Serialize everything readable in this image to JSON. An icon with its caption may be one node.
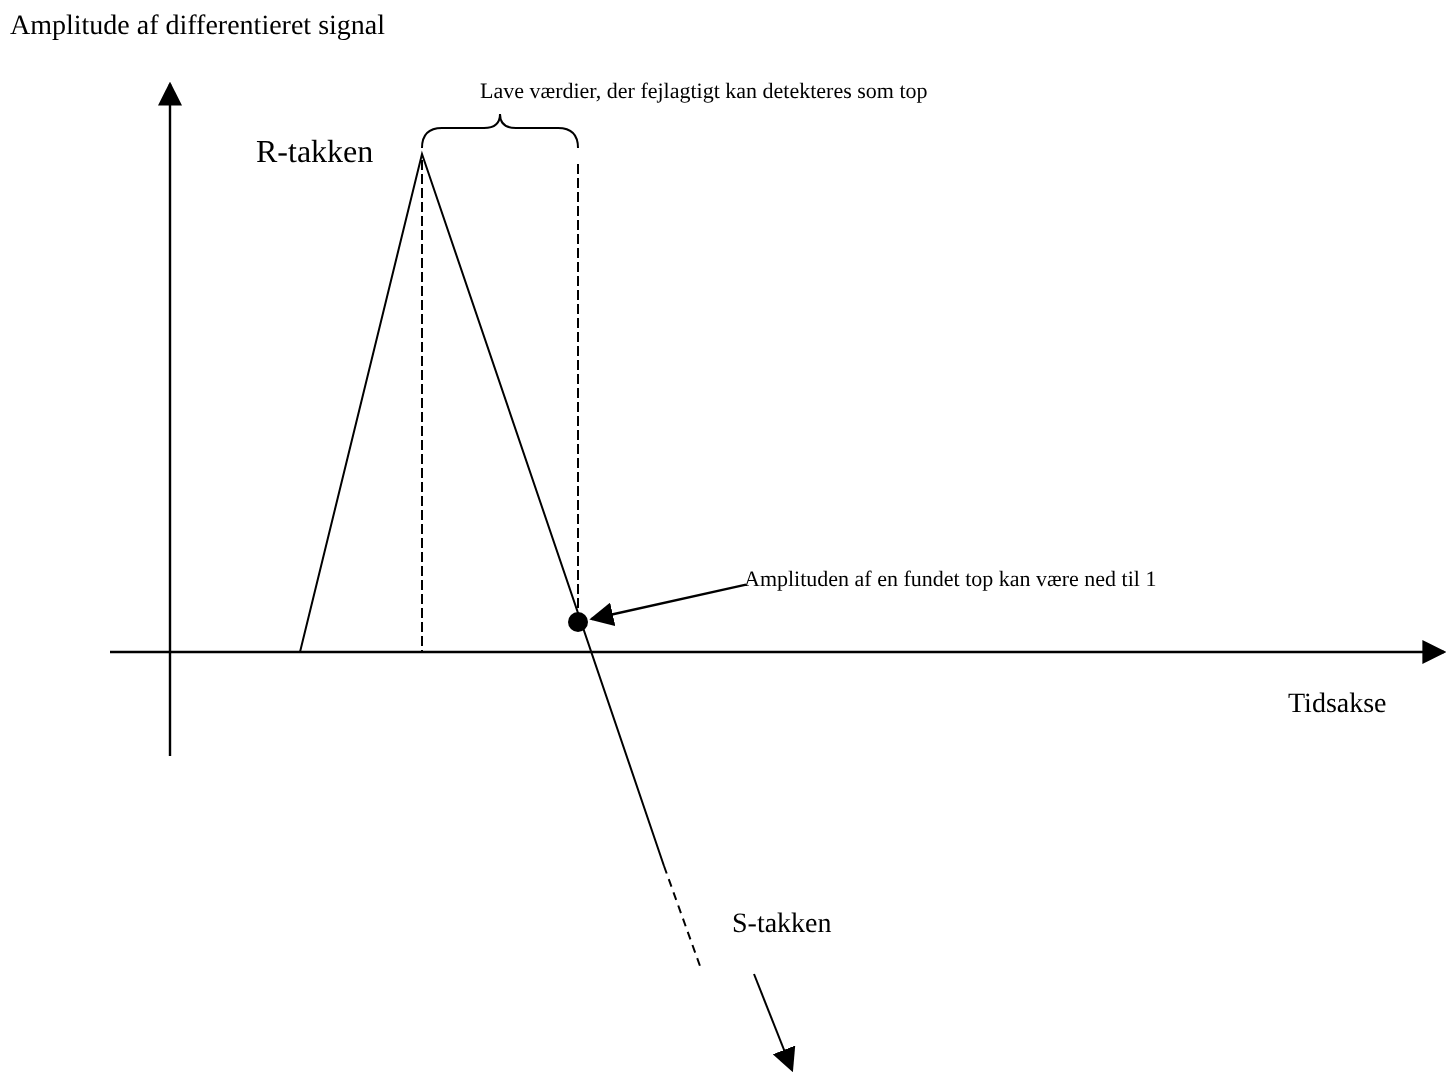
{
  "diagram": {
    "nodes": [
      {
        "text": [
          "Amplituden af en fundet top kan være ned til 1"
        ]
      },
      {
        "text": [],
        "shape": "circle"
      }
    ],
    "edges": [
      {
        "from": 0,
        "to": 1,
        "arrow": "to"
      }
    ],
    "labels": [
      "Amplitude af differentieret signal",
      "Lave værdier, der fejlagtigt kan detekteres som top",
      "R-takken",
      "Tidsakse",
      "S-takken"
    ]
  }
}
